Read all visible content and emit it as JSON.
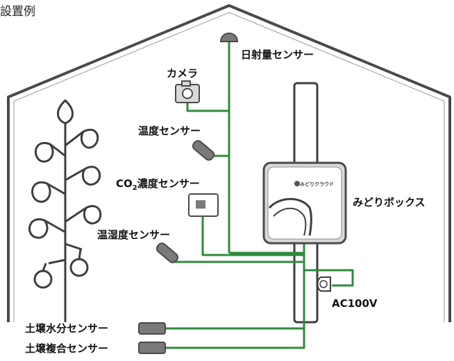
{
  "title": "設置例",
  "labels": {
    "solar": "日射量センサー",
    "camera": "カメラ",
    "temp": "温度センサー",
    "co2_prefix": "CO",
    "co2_sub": "2",
    "co2_suffix": "濃度センサー",
    "humid": "温湿度センサー",
    "box": "みどりボックス",
    "ac": "AC100V",
    "soil_moist": "土壌水分センサー",
    "soil_comp": "土壌複合センサー"
  },
  "box_brand": "みどりクラウド",
  "colors": {
    "wire": "#2e8b3a",
    "outline": "#4a4a4a",
    "device_fill": "#d9d9d9",
    "sensor_fill": "#7a7a7a"
  }
}
